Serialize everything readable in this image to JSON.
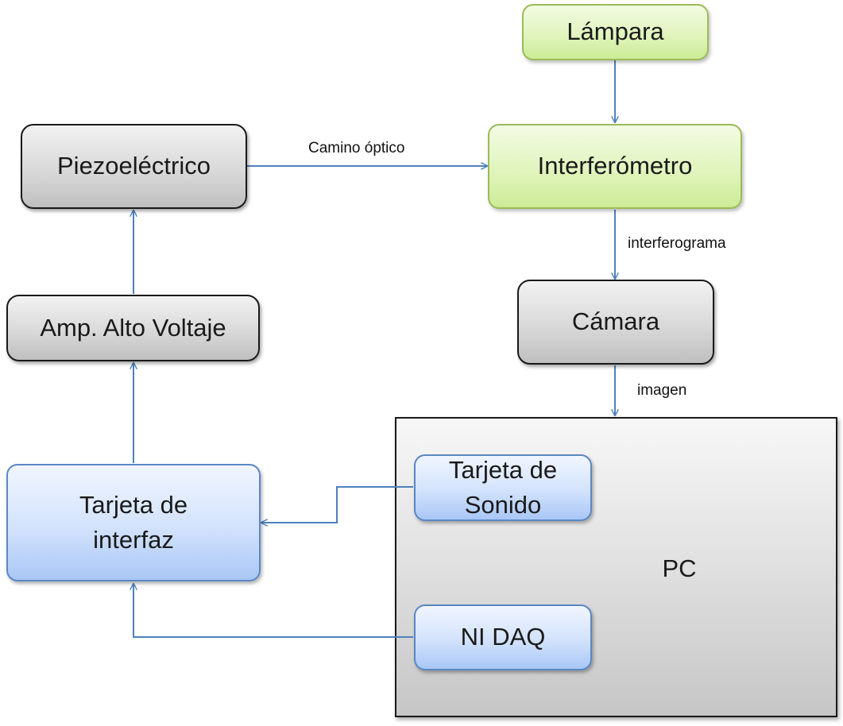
{
  "nodes": {
    "lampara": "Lámpara",
    "interferometro": "Interferómetro",
    "piezoelectrico": "Piezoeléctrico",
    "camara": "Cámara",
    "amp_alto_voltaje": "Amp. Alto Voltaje",
    "tarjeta_interfaz": [
      "Tarjeta de",
      "interfaz"
    ],
    "tarjeta_sonido": [
      "Tarjeta de",
      "Sonido"
    ],
    "ni_daq": "NI DAQ",
    "pc": "PC"
  },
  "edge_labels": {
    "camino_optico": "Camino óptico",
    "interferograma": "interferograma",
    "imagen": "imagen"
  },
  "colors": {
    "line": "#4f81bd",
    "text": "#1a1a1a",
    "green_border": "#9bbb59",
    "blue_border": "#5b87c4",
    "gray_border": "#1a1a1a"
  }
}
